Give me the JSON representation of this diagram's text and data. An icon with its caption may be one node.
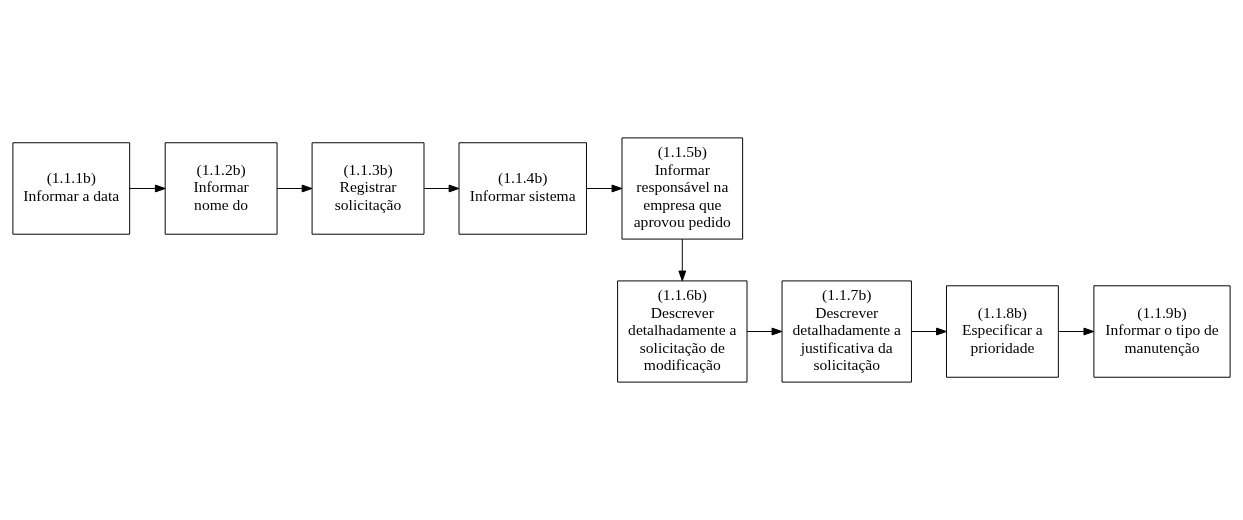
{
  "diagram": {
    "nodes": [
      {
        "text": [
          "(1.1.1b)",
          "Informar a data"
        ]
      },
      {
        "text": [
          "(1.1.2b)",
          "Informar",
          "nome do"
        ]
      },
      {
        "text": [
          "(1.1.3b)",
          "Registrar solicitação"
        ]
      },
      {
        "text": [
          "(1.1.4b)",
          "Informar sistema"
        ]
      },
      {
        "text": [
          "(1.1.5b)",
          "Informar responsável na empresa que aprovou pedido"
        ]
      },
      {
        "text": [
          "(1.1.6b)",
          "Descrever detalhadamente a solicitação de modificação"
        ]
      },
      {
        "text": [
          "(1.1.7b)",
          "Descrever detalhadamente a justificativa da solicitação"
        ]
      },
      {
        "text": [
          "(1.1.8b)",
          "Especificar a prioridade"
        ]
      },
      {
        "text": [
          "(1.1.9b)",
          "Informar o tipo de manutenção"
        ]
      }
    ],
    "edges": [
      {
        "from": 0,
        "to": 1,
        "arrow": "to"
      },
      {
        "from": 1,
        "to": 2,
        "arrow": "to"
      },
      {
        "from": 2,
        "to": 3,
        "arrow": "to"
      },
      {
        "from": 3,
        "to": 4,
        "arrow": "to"
      },
      {
        "from": 4,
        "to": 5,
        "arrow": "to"
      },
      {
        "from": 5,
        "to": 6,
        "arrow": "to"
      },
      {
        "from": 6,
        "to": 7,
        "arrow": "to"
      },
      {
        "from": 7,
        "to": 8,
        "arrow": "to"
      }
    ]
  }
}
